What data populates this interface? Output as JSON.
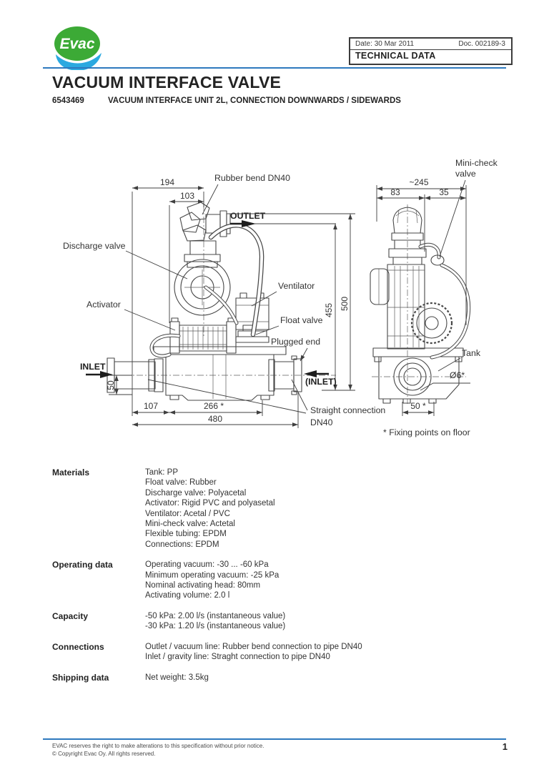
{
  "logo": {
    "text": "Evac"
  },
  "doc_box": {
    "date_label": "Date:",
    "date_value": "30 Mar 2011",
    "doc_label": "Doc.",
    "doc_value": "002189-3",
    "title": "TECHNICAL DATA"
  },
  "heading": {
    "title": "VACUUM INTERFACE VALVE",
    "product_code": "6543469",
    "product_name": "VACUUM INTERFACE UNIT 2L, CONNECTION DOWNWARDS / SIDEWARDS"
  },
  "drawing": {
    "front_view": {
      "dims": {
        "width_top": "194",
        "width_inner": "103",
        "height_inner": "455",
        "height_total": "500",
        "inlet_height": "50",
        "inlet_offset": "107",
        "fixing_span": "266 *",
        "total_width": "480"
      },
      "labels": {
        "rubber_bend": "Rubber bend DN40",
        "outlet": "OUTLET",
        "discharge_valve": "Discharge valve",
        "ventilator": "Ventilator",
        "activator": "Activator",
        "float_valve": "Float valve",
        "plugged_end": "Plugged end",
        "inlet": "INLET",
        "inlet_alt": "(INLET)",
        "straight_connection_line1": "Straight connection",
        "straight_connection_line2": "DN40"
      }
    },
    "side_view": {
      "dims": {
        "width_total": "~245",
        "width_left": "83",
        "width_right": "35",
        "fixing_span": "50 *"
      },
      "labels": {
        "mini_check_line1": "Mini-check",
        "mini_check_line2": "valve",
        "tank": "Tank",
        "hole_dia": "Ø6*"
      }
    },
    "note": "* Fixing points on floor"
  },
  "sections": [
    {
      "label": "Materials",
      "lines": [
        "Tank: PP",
        "Float valve: Rubber",
        "Discharge valve: Polyacetal",
        "Activator: Rigid PVC and polyasetal",
        "Ventilator: Acetal / PVC",
        "Mini-check valve: Actetal",
        "Flexible tubing: EPDM",
        "Connections: EPDM"
      ]
    },
    {
      "label": "Operating data",
      "lines": [
        "Operating vacuum: -30 ... -60 kPa",
        "Minimum operating vacuum: -25 kPa",
        "Nominal activating head: 80mm",
        "Activating volume: 2.0 l"
      ]
    },
    {
      "label": "Capacity",
      "lines": [
        "-50 kPa: 2.00 l/s (instantaneous value)",
        "-30 kPa: 1.20 l/s (instantaneous value)"
      ]
    },
    {
      "label": "Connections",
      "lines": [
        "Outlet / vacuum line: Rubber bend connection to pipe DN40",
        "Inlet / gravity line: Straght connection to pipe DN40"
      ]
    },
    {
      "label": "Shipping data",
      "lines": [
        "Net weight: 3.5kg"
      ]
    }
  ],
  "footer": {
    "line1": "EVAC reserves the right to make alterations to this specification without prior notice.",
    "line2": "© Copyright Evac Oy. All rights reserved.",
    "page_number": "1"
  },
  "colors": {
    "accent_blue": "#2E79BE",
    "logo_green": "#3CAA36",
    "logo_blue": "#2BA9E0",
    "drawing_stroke": "#3F3F3F"
  }
}
